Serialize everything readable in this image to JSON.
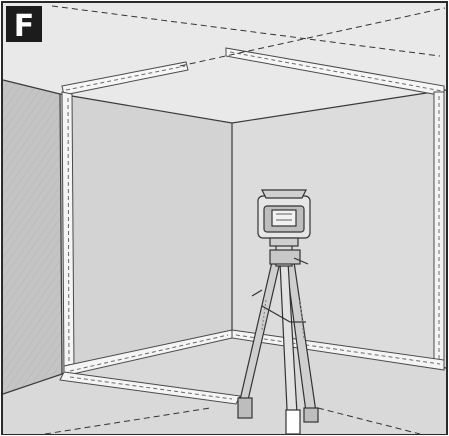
{
  "figure": {
    "badge_label": "F",
    "subject": "cross-line-laser-on-tripod",
    "scene": "room-corner-with-projected-laser-lines",
    "colors": {
      "frame": "#2a2a2a",
      "ceiling": "#e9e9e9",
      "left_wall": "#c9c9c9",
      "back_wall_left": "#d6d6d6",
      "back_wall_right": "#dedede",
      "floor": "#d9d9d9",
      "badge_bg": "#1c1c1c",
      "badge_fg": "#ffffff",
      "laser_line": "#f4f4f4"
    },
    "icons": [
      "tripod-icon",
      "laser-level-icon"
    ]
  }
}
